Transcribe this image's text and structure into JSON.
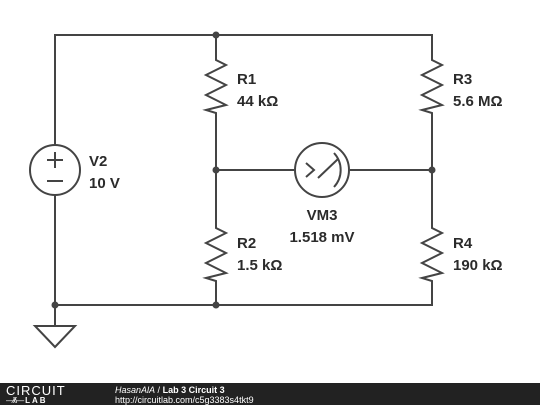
{
  "components": {
    "v2": {
      "name": "V2",
      "value": "10 V"
    },
    "r1": {
      "name": "R1",
      "value": "44 kΩ"
    },
    "r2": {
      "name": "R2",
      "value": "1.5 kΩ"
    },
    "r3": {
      "name": "R3",
      "value": "5.6 MΩ"
    },
    "r4": {
      "name": "R4",
      "value": "190 kΩ"
    },
    "vm3": {
      "name": "VM3",
      "value": "1.518 mV"
    }
  },
  "footer": {
    "logo_top": "CIRCUIT",
    "logo_bottom": "LAB",
    "author": "HasanAlA",
    "separator": "/",
    "title": "Lab 3 Circuit 3",
    "url": "http://circuitlab.com/c5g3383s4tkt9"
  },
  "colors": {
    "wire": "#444444",
    "label": "#2b2b2b",
    "footer_bg": "#222222",
    "footer_text": "#ffffff"
  }
}
